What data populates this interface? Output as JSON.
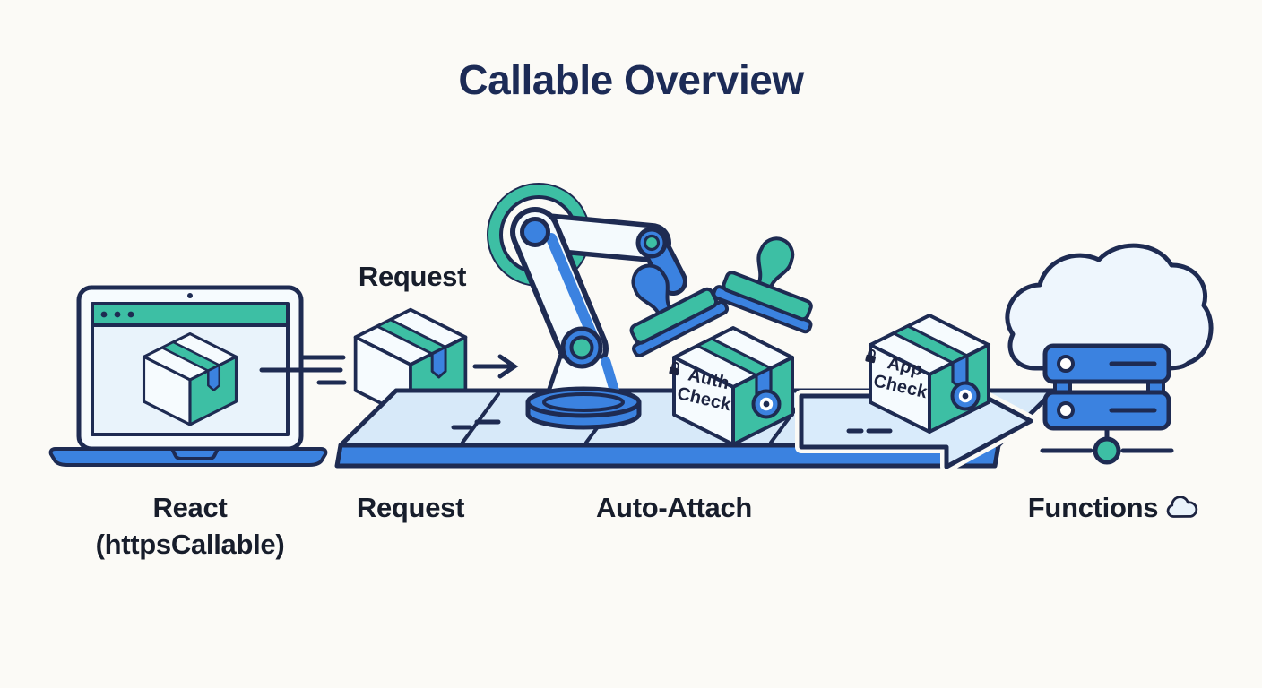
{
  "title": "Callable Overview",
  "captions": {
    "request_top": "Request",
    "react_line1": "React",
    "react_line2": "(httpsCallable)",
    "request_bottom": "Request",
    "auto_attach": "Auto-Attach",
    "functions": "Functions"
  },
  "package_boxes": {
    "auth": {
      "line1": "Auth",
      "line2": "Check"
    },
    "app": {
      "line1": "App",
      "line2": "Check"
    }
  },
  "colors": {
    "navy": "#1e2b52",
    "blue": "#3b82e0",
    "teal": "#3dbfa4",
    "belt": "#d7e9f9",
    "screen": "#e9f3fb",
    "paper": "#fbfaf6",
    "arrow_fill": "#d9ebfb",
    "label_dark": "#171d2b",
    "title_navy": "#1c2b56"
  }
}
